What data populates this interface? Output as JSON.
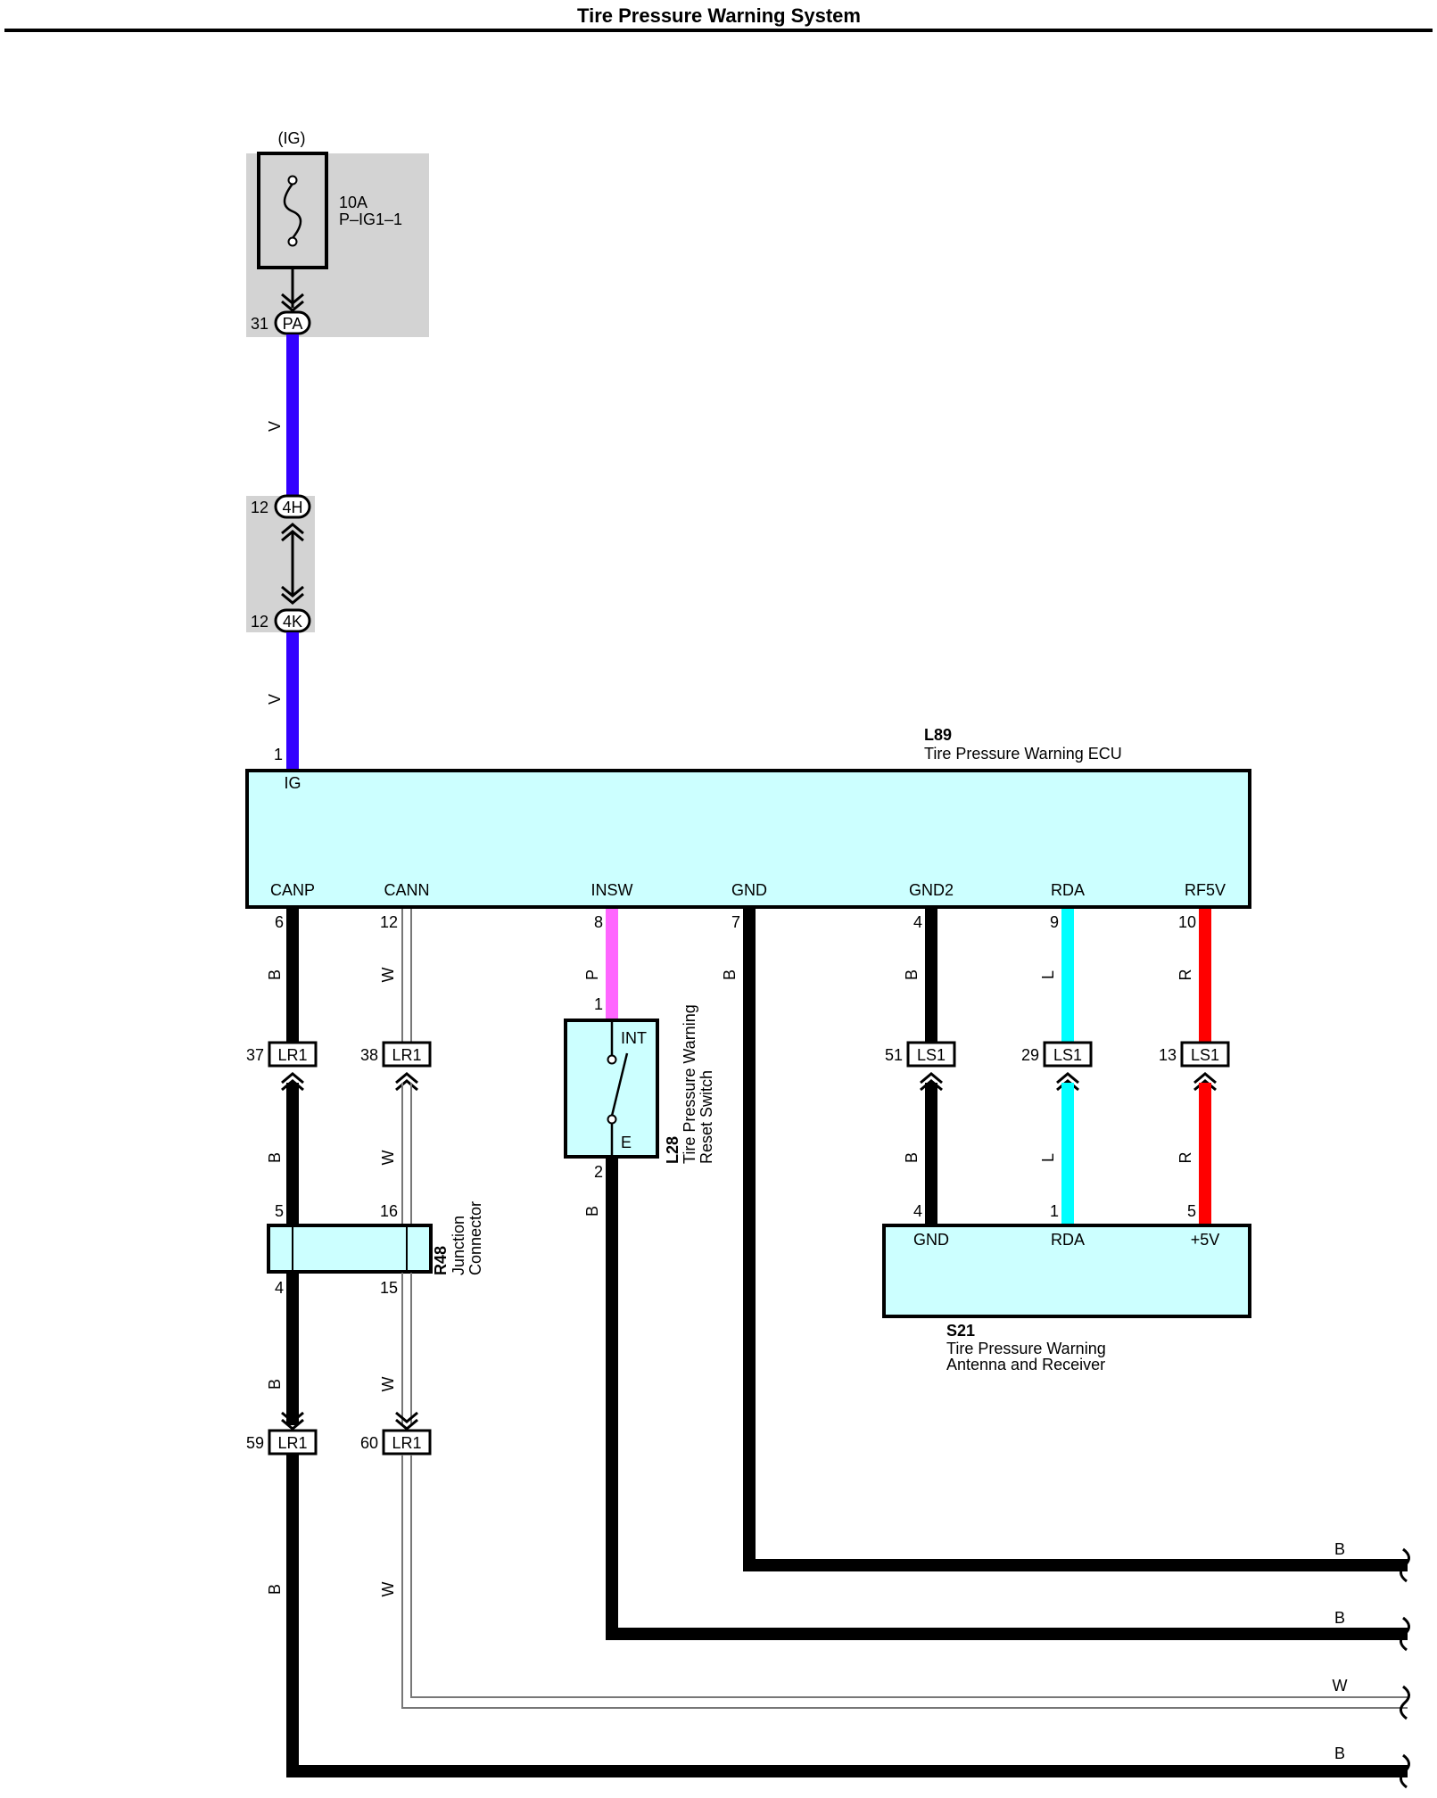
{
  "title": "Tire Pressure Warning System",
  "colors": {
    "V": "#3300ff",
    "P": "#ff66ff",
    "L": "#00ffff",
    "R": "#ff0000",
    "B": "#000000",
    "component_fill": "#ccffff",
    "shade": "#d3d3d3"
  },
  "power": {
    "label": "(IG)",
    "fuse_rating": "10A",
    "fuse_name": "P–IG1–1"
  },
  "connectors": {
    "pa": {
      "name": "PA",
      "pin": "31"
    },
    "c4h": {
      "name": "4H",
      "pin": "12"
    },
    "c4k": {
      "name": "4K",
      "pin": "12"
    },
    "lr1_37": {
      "name": "LR1",
      "pin": "37"
    },
    "lr1_38": {
      "name": "LR1",
      "pin": "38"
    },
    "lr1_59": {
      "name": "LR1",
      "pin": "59"
    },
    "lr1_60": {
      "name": "LR1",
      "pin": "60"
    },
    "ls1_51": {
      "name": "LS1",
      "pin": "51"
    },
    "ls1_29": {
      "name": "LS1",
      "pin": "29"
    },
    "ls1_13": {
      "name": "LS1",
      "pin": "13"
    }
  },
  "ecu": {
    "code": "L89",
    "name": "Tire Pressure Warning ECU",
    "top_pin": {
      "num": "1",
      "label": "IG"
    },
    "pins": [
      {
        "num": "6",
        "label": "CANP"
      },
      {
        "num": "12",
        "label": "CANN"
      },
      {
        "num": "8",
        "label": "INSW"
      },
      {
        "num": "7",
        "label": "GND"
      },
      {
        "num": "4",
        "label": "GND2"
      },
      {
        "num": "9",
        "label": "RDA"
      },
      {
        "num": "10",
        "label": "RF5V"
      }
    ]
  },
  "switch": {
    "code": "L28",
    "name_line1": "Tire Pressure Warning",
    "name_line2": "Reset Switch",
    "pin_top": "1",
    "pin_bottom": "2",
    "label_top": "INT",
    "label_bottom": "E"
  },
  "junction": {
    "code": "R48",
    "name_line1": "Junction",
    "name_line2": "Connector",
    "pins": [
      "5",
      "16",
      "4",
      "15"
    ]
  },
  "receiver": {
    "code": "S21",
    "name_line1": "Tire Pressure Warning",
    "name_line2": "Antenna and Receiver",
    "pins": [
      {
        "num": "4",
        "label": "GND"
      },
      {
        "num": "1",
        "label": "RDA"
      },
      {
        "num": "5",
        "label": "+5V"
      }
    ]
  },
  "wire_labels": {
    "v": "V",
    "b": "B",
    "w": "W",
    "p": "P",
    "l": "L",
    "r": "R"
  }
}
